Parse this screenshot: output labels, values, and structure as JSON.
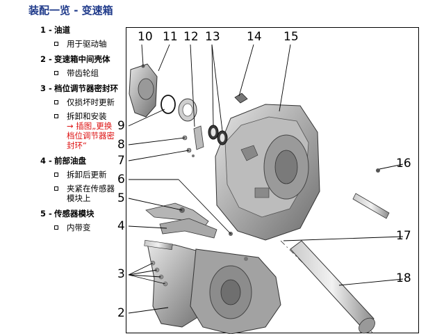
{
  "title": "装配一览 - 变速箱",
  "parts": [
    {
      "num": "1 -",
      "name": "油道",
      "notes": [
        {
          "text": "用于驱动轴"
        }
      ]
    },
    {
      "num": "2 -",
      "name": "变速箱中间壳体",
      "notes": [
        {
          "text": "带齿轮组"
        }
      ]
    },
    {
      "num": "3 -",
      "name": "档位调节器密封环",
      "notes": [
        {
          "text": "仅损坏时更新"
        },
        {
          "text": "拆卸和安装",
          "link": "→ 插图„更换档位调节器密封环“"
        }
      ]
    },
    {
      "num": "4 -",
      "name": "前部油盘",
      "notes": [
        {
          "text": "拆卸后更新"
        },
        {
          "text": "夹紧在传感器模块上"
        }
      ]
    },
    {
      "num": "5 -",
      "name": "传感器模块",
      "notes": [
        {
          "text": "内带变"
        }
      ]
    }
  ],
  "figure": {
    "callouts": [
      "10",
      "11",
      "12",
      "13",
      "14",
      "15",
      "9",
      "8",
      "7",
      "16",
      "6",
      "5",
      "4",
      "17",
      "3",
      "18",
      "2"
    ]
  }
}
